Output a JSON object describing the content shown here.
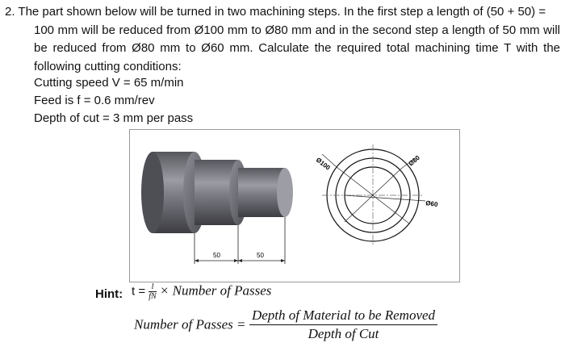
{
  "question": {
    "lines": [
      "2. The part shown below will be turned in two machining steps. In the first step a length of (50 + 50) =",
      "100 mm will be reduced from Ø100 mm to Ø80 mm and in the second step a length of 50 mm will",
      "be reduced from Ø80 mm to Ø60 mm. Calculate the required total machining time T with the",
      "following cutting conditions:"
    ]
  },
  "conditions": {
    "speed": "Cutting speed V = 65 m/min",
    "feed": "Feed is f = 0.6 mm/rev",
    "depth": "Depth of cut = 3 mm per pass"
  },
  "figure": {
    "dim_left": "50",
    "dim_right": "50",
    "dia_outer": "Ø100",
    "dia_middle": "Ø80",
    "dia_inner": "Ø60",
    "colors": {
      "body": "#6f6f77",
      "highlight": "#a9a9b2",
      "shadow": "#3e3e44"
    }
  },
  "hint": {
    "label": "Hint:",
    "t_prefix": "t =",
    "frac_num": "l",
    "frac_den": "fN",
    "t_suffix": "× Number of Passes"
  },
  "passes": {
    "lhs": "Number of Passes =",
    "num": "Depth of Material to be Removed",
    "den": "Depth of Cut"
  }
}
